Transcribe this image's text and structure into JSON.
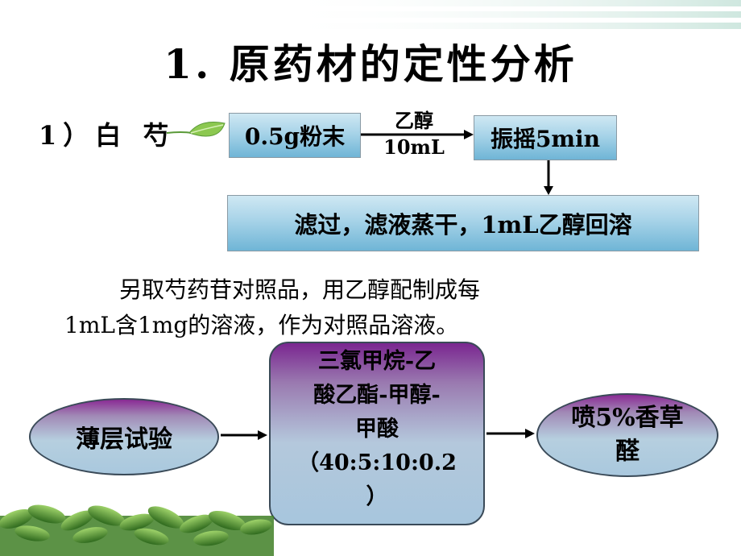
{
  "slide": {
    "title": "1. 原药材的定性分析",
    "section_label": "1）白 芍"
  },
  "flow": {
    "powder_label": "0.5g粉末",
    "reagent_top": "乙醇",
    "reagent_bottom": "10mL",
    "shake_label": "振摇5min",
    "filter_label": "滤过，滤液蒸干，1mL乙醇回溶"
  },
  "paragraph": {
    "line1": "另取芍药苷对照品，用乙醇配制成每",
    "line2": "1mL含1mg的溶液，作为对照品溶液。"
  },
  "tlc": {
    "tlc_label": "薄层试验",
    "solvent_lines": [
      "三氯甲烷-乙",
      "酸乙酯-甲醇-",
      "甲酸",
      "（40:5:10:0.2",
      "）"
    ],
    "spray_label": "喷5%香草醛"
  },
  "colors": {
    "box_blue": "#6fb5d6",
    "ellipse_purple": "#8a2a94",
    "leaf_green": "#7cc04a"
  },
  "icons": [
    "leaf-icon",
    "plants-decoration"
  ]
}
